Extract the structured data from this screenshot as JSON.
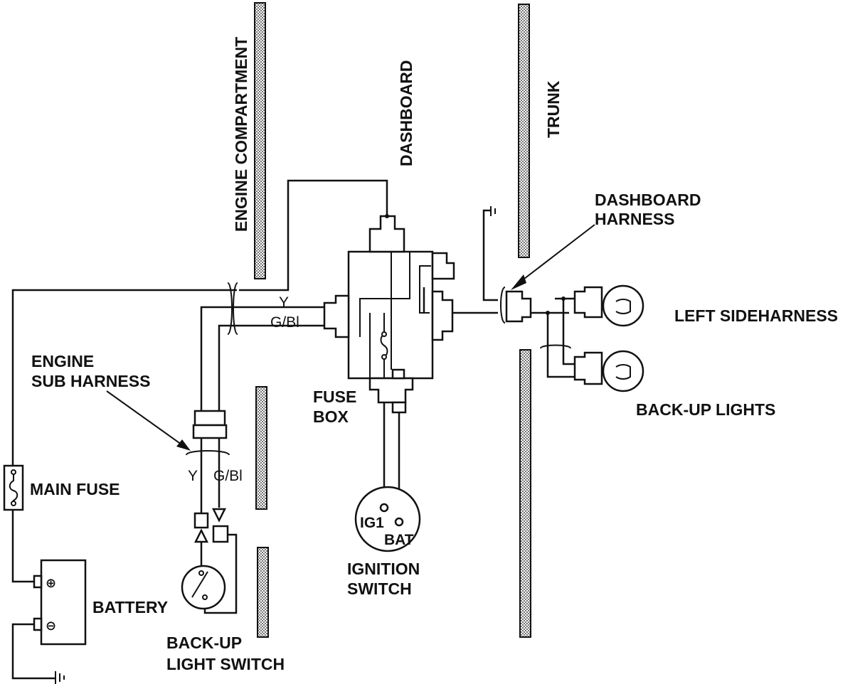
{
  "zones": {
    "engine_compartment": "ENGINE COMPARTMENT",
    "dashboard": "DASHBOARD",
    "trunk": "TRUNK"
  },
  "labels": {
    "dashboard_harness_line1": "DASHBOARD",
    "dashboard_harness_line2": "HARNESS",
    "left_sideharness": "LEFT SIDEHARNESS",
    "back_up_lights": "BACK-UP LIGHTS",
    "engine_sub_harness_line1": "ENGINE",
    "engine_sub_harness_line2": "SUB HARNESS",
    "fuse_box_line1": "FUSE",
    "fuse_box_line2": "BOX",
    "main_fuse": "MAIN FUSE",
    "battery": "BATTERY",
    "ignition_switch_line1": "IGNITION",
    "ignition_switch_line2": "SWITCH",
    "back_up_light_switch_line1": "BACK-UP",
    "back_up_light_switch_line2": "LIGHT SWITCH",
    "ig1": "IG1",
    "bat": "BAT",
    "battery_plus": "⊕",
    "battery_minus": "⊖"
  },
  "wires": {
    "y_top": "Y",
    "gbl_top": "G/Bl",
    "y_bottom": "Y",
    "gbl_bottom": "G/Bl"
  }
}
